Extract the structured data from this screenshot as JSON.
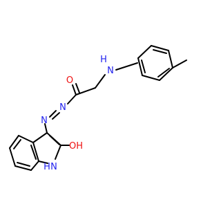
{
  "molecule": {
    "atom_labels": {
      "amine_nh": "H",
      "amine_n": "N",
      "carbonyl_o": "O",
      "azo_n1": "N",
      "azo_n2": "N",
      "hydroxyl_oh": "OH",
      "indole_h": "H",
      "indole_n": "N"
    },
    "colors": {
      "bond": "#000000",
      "nitrogen": "#2222ee",
      "oxygen": "#ee1111"
    }
  }
}
